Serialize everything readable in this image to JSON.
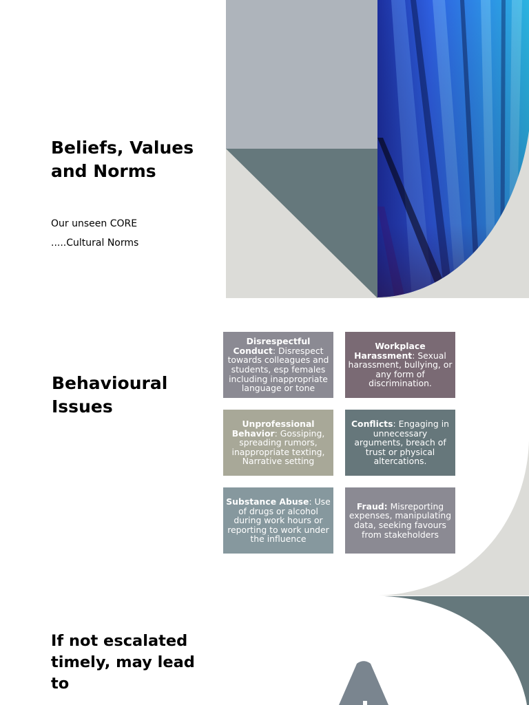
{
  "slide1": {
    "title": "Beliefs, Values and Norms",
    "subtitle_line1": "Our unseen CORE",
    "subtitle_line2": ".....Cultural Norms"
  },
  "slide2": {
    "title": "Behavioural Issues",
    "boxes": [
      {
        "heading": "Disrespectful Conduct",
        "sep": ": ",
        "body": "Disrespect towards colleagues and students, esp females including inappropriate language or tone",
        "color": "#8b8a93"
      },
      {
        "heading": "Workplace Harassment",
        "sep": ": ",
        "body": "Sexual harassment, bullying, or any form of discrimination.",
        "color": "#7a6a74"
      },
      {
        "heading": "Unprofessional Behavior",
        "sep": ": ",
        "body": "Gossiping, spreading rumors, inappropriate texting, Narrative setting",
        "color": "#a8a898"
      },
      {
        "heading": "Conflicts",
        "sep": ": ",
        "body": "Engaging in unnecessary arguments, breach of trust or physical altercations.",
        "color": "#66777b"
      },
      {
        "heading": "Substance Abuse",
        "sep": ": ",
        "body": "Use of drugs or alcohol during work hours or reporting to work under the influence",
        "color": "#86989e"
      },
      {
        "heading": "Fraud:",
        "sep": " ",
        "body": "Misreporting expenses, manipulating data, seeking favours from stakeholders",
        "color": "#8b8a93"
      }
    ]
  },
  "slide3": {
    "title": "If not escalated timely, may lead to"
  },
  "colors": {
    "grey_panel": "#aeb4bb",
    "slate": "#65787c",
    "light_grey": "#dcdcd8",
    "warning_icon": "#7a858f"
  }
}
